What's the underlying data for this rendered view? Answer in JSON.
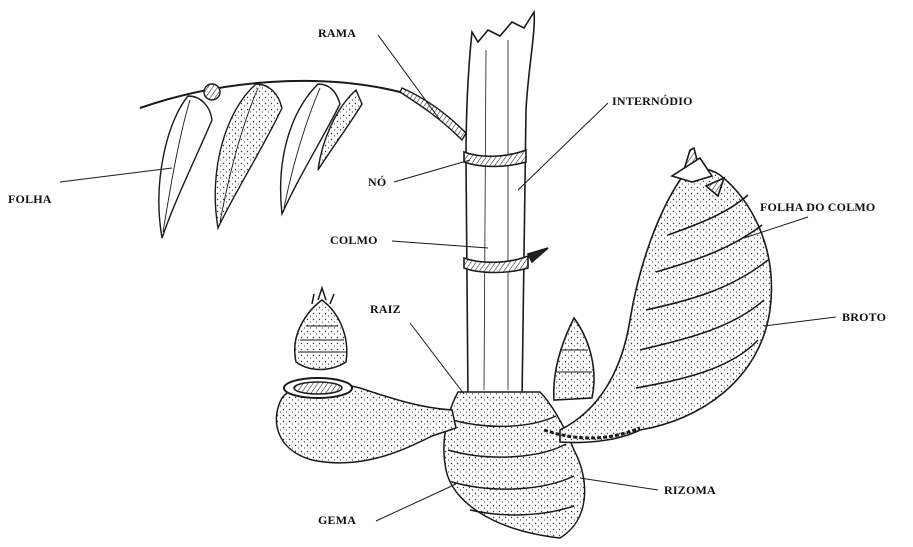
{
  "labels": {
    "rama": "RAMA",
    "internodio": "INTERNÓDIO",
    "folha": "FOLHA",
    "no": "NÓ",
    "folha_do_colmo": "FOLHA DO COLMO",
    "colmo": "COLMO",
    "raiz": "RAIZ",
    "broto": "BROTO",
    "rizoma": "RIZOMA",
    "gema": "GEMA"
  },
  "colors": {
    "ink": "#1a1a1a",
    "fill": "#ffffff",
    "shade": "#555555"
  }
}
